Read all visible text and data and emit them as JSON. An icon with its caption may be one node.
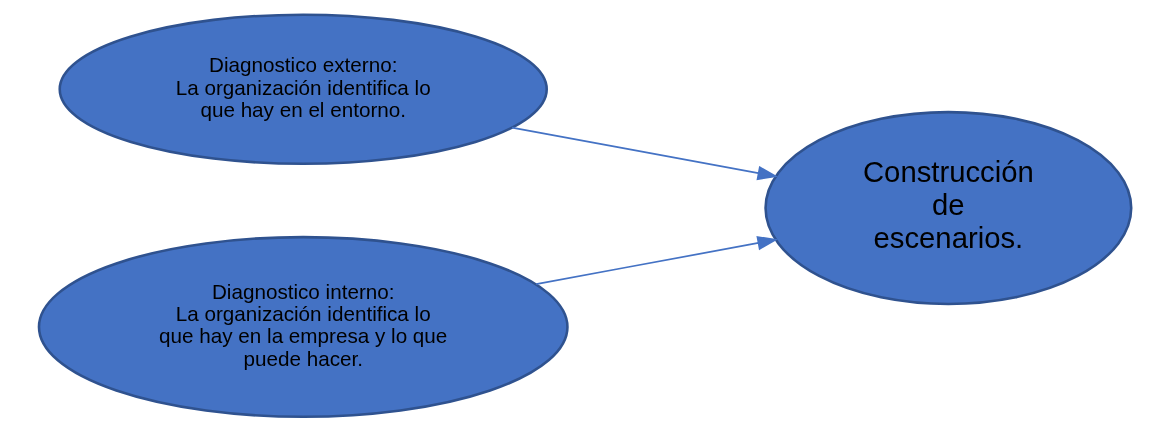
{
  "diagram": {
    "nodes": [
      {
        "text": [
          "Diagnostico externo:",
          "La organización identifica lo que hay en el entorno."
        ]
      },
      {
        "text": [
          "Diagnostico interno:",
          "La organización identifica lo que hay en la empresa y lo que puede hacer."
        ]
      },
      {
        "text": [
          "Construcción de escenarios."
        ]
      }
    ],
    "edges": [
      {
        "from": 0,
        "to": 2,
        "arrow": "to"
      },
      {
        "from": 1,
        "to": 2,
        "arrow": "to"
      }
    ]
  }
}
